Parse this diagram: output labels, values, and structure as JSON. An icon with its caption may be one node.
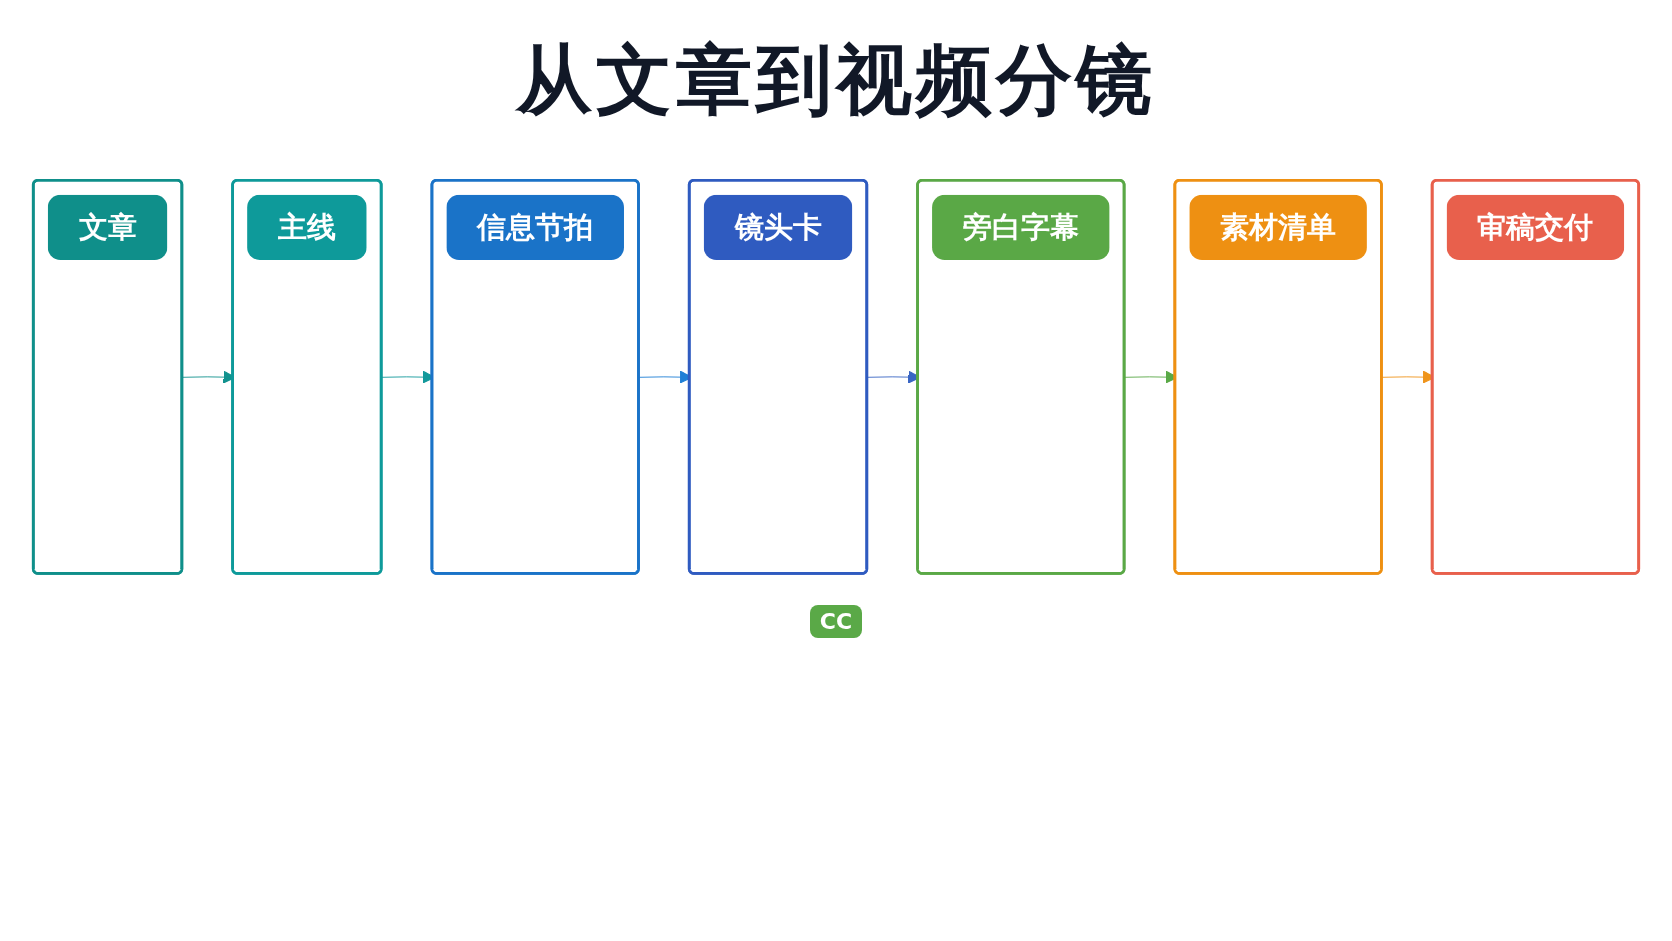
{
  "diagram": {
    "title": "从文章到视频分镜",
    "nodes": [
      {
        "text": [
          "文章"
        ]
      },
      {
        "text": [
          "主线"
        ]
      },
      {
        "text": [
          "信息节拍"
        ]
      },
      {
        "text": [
          "镜头卡"
        ]
      },
      {
        "text": [
          "旁白字幕"
        ]
      },
      {
        "text": [
          "素材清单"
        ]
      },
      {
        "text": [
          "审稿交付"
        ]
      }
    ],
    "edges": [
      {
        "from": 0,
        "to": 1,
        "arrow": "to",
        "color": "#12928e"
      },
      {
        "from": 1,
        "to": 2,
        "arrow": "to",
        "color": "#13999b"
      },
      {
        "from": 2,
        "to": 3,
        "arrow": "to",
        "color": "#1f7fd6"
      },
      {
        "from": 3,
        "to": 4,
        "arrow": "to",
        "color": "#3a66c4"
      },
      {
        "from": 4,
        "to": 5,
        "arrow": "to",
        "color": "#5aa947"
      },
      {
        "from": 5,
        "to": 6,
        "arrow": "to",
        "color": "#ef951c"
      }
    ],
    "labels": [
      "CC"
    ]
  }
}
